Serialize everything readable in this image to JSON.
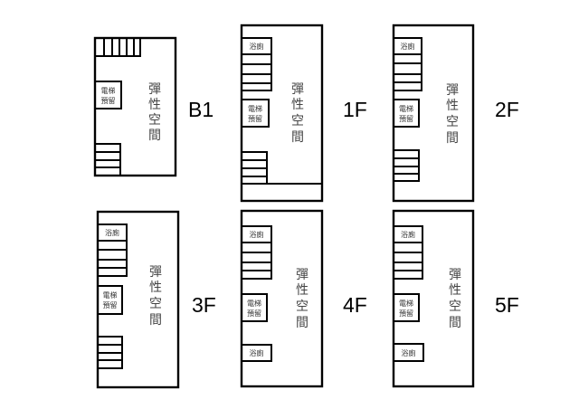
{
  "labels": {
    "flex_space": [
      "彈",
      "性",
      "空",
      "間"
    ],
    "bathroom": "浴廁",
    "elevator": [
      "電梯",
      "預留"
    ]
  },
  "floors": [
    {
      "name": "B1"
    },
    {
      "name": "1F"
    },
    {
      "name": "2F"
    },
    {
      "name": "3F"
    },
    {
      "name": "4F"
    },
    {
      "name": "5F"
    }
  ]
}
